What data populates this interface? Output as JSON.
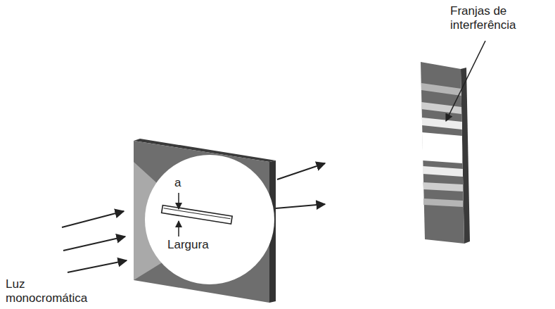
{
  "diagram": {
    "labels": [
      "Franjas de interferência",
      "a",
      "Largura",
      "Luz monocromática"
    ]
  }
}
